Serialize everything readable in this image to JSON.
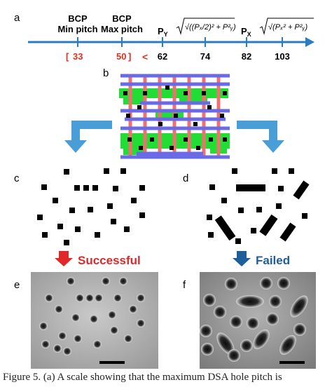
{
  "panels": {
    "a": "a",
    "b": "b",
    "c": "c",
    "d": "d",
    "e": "e",
    "f": "f"
  },
  "axis": {
    "items": [
      {
        "top": "BCP",
        "bottom": "Min pitch",
        "value": "33",
        "color": "#e03020",
        "bracket": "["
      },
      {
        "top": "BCP",
        "bottom": "Max pitch",
        "value": "50",
        "color": "#e03020",
        "bracket": "]"
      },
      {
        "top": "P",
        "sub": "Y",
        "value": "62",
        "color": "#000000"
      },
      {
        "formula": "√((Pₓ/2)² + P²ᵧ)",
        "value": "74",
        "color": "#000000"
      },
      {
        "top": "P",
        "sub": "X",
        "value": "82",
        "color": "#000000"
      },
      {
        "formula": "√(Pₓ² + P²ᵧ)",
        "value": "103",
        "color": "#000000"
      }
    ],
    "less_than": "<"
  },
  "labels": {
    "successful": "Successful",
    "failed": "Failed"
  },
  "caption": "Figure 5. (a) A scale showing that the maximum DSA hole pitch is",
  "colors": {
    "axis_blue": "#2a7cc0",
    "red_text": "#e03020",
    "arrow_blue": "#4a9ed8",
    "arrow_red": "#e02828",
    "arrow_dark_blue": "#1f5f99",
    "failed_text": "#1f5f99",
    "grid_blue": "#6a6ae6",
    "grid_red": "#f07070",
    "grid_green": "#22dd33"
  }
}
